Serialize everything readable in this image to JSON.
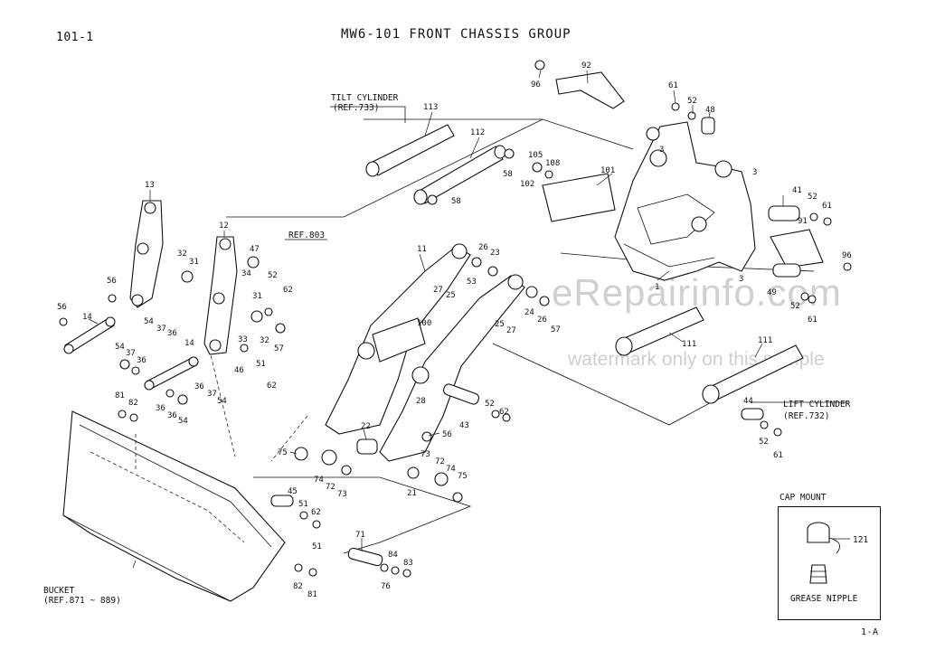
{
  "header": {
    "page_code": "101-1",
    "title": "MW6-101   FRONT CHASSIS GROUP"
  },
  "footer": {
    "page_ref": "1-A"
  },
  "watermark": {
    "site": "eRepairinfo.com",
    "note": "watermark only on this sample"
  },
  "references": {
    "tilt_cylinder": "TILT CYLINDER",
    "tilt_cylinder_ref": "(REF.733)",
    "lift_cylinder": "LIFT CYLINDER",
    "lift_cylinder_ref": "(REF.732)",
    "bucket": "BUCKET",
    "bucket_ref": "(REF.871 ~ 889)",
    "ref_803": "REF.803"
  },
  "cap_mount": {
    "title": "CAP MOUNT",
    "cap_label": "121",
    "nipple_label": "GREASE NIPPLE"
  },
  "callouts": [
    "96",
    "92",
    "61",
    "52",
    "48",
    "3",
    "3",
    "105",
    "108",
    "101",
    "102",
    "58",
    "112",
    "113",
    "58",
    "41",
    "52",
    "61",
    "91",
    "96",
    "3",
    "49",
    "52",
    "61",
    "13",
    "12",
    "47",
    "32",
    "31",
    "34",
    "52",
    "62",
    "31",
    "32",
    "57",
    "33",
    "46",
    "51",
    "62",
    "56",
    "56",
    "14",
    "54",
    "37",
    "36",
    "54",
    "37",
    "36",
    "14",
    "36",
    "37",
    "54",
    "81",
    "82",
    "36",
    "36",
    "54",
    "11",
    "26",
    "23",
    "53",
    "27",
    "25",
    "24",
    "26",
    "57",
    "100",
    "25",
    "27",
    "28",
    "52",
    "62",
    "43",
    "1",
    "111",
    "111",
    "44",
    "52",
    "61",
    "22",
    "56",
    "75",
    "74",
    "72",
    "73",
    "73",
    "72",
    "74",
    "75",
    "21",
    "45",
    "51",
    "62",
    "51",
    "71",
    "84",
    "83",
    "76",
    "82",
    "81"
  ]
}
